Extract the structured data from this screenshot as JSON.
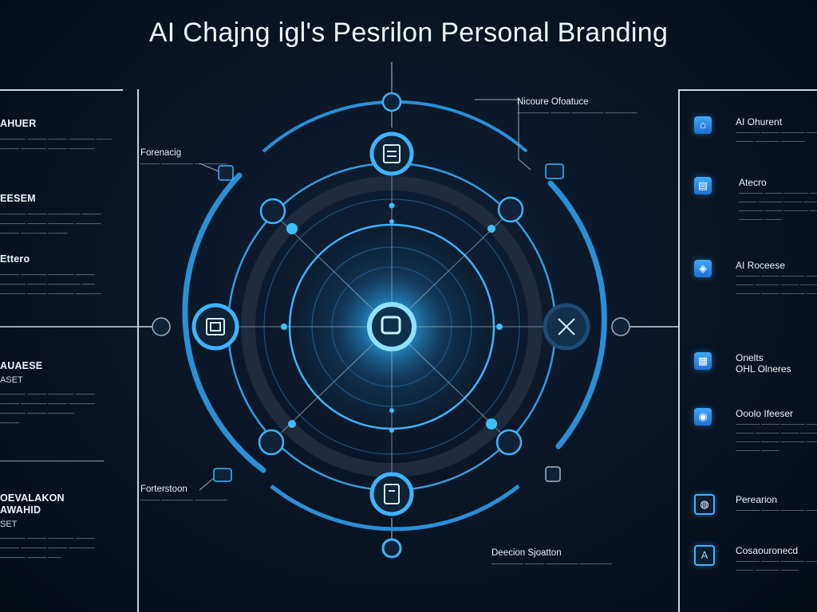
{
  "title": "AI Chajng igl's Pesrilon Personal Branding",
  "left_panel": {
    "sections": [
      {
        "heading": "AHUER",
        "lines": [
          "———— ——— ——— ———— ———",
          "——— ———— ——— ————"
        ]
      },
      {
        "heading": "EESEM",
        "lines": [
          "———— ——— ————— ———",
          "———— ——— ———— ————",
          "——— ———— ———"
        ]
      },
      {
        "heading": "Ettero",
        "lines": [
          "——— ———— ———— ———",
          "———— ——— ————— ——",
          "———— ——— ———— ————"
        ]
      },
      {
        "heading": "AUAESE",
        "subheading": "ASET",
        "lines": [
          "———— ——— ———— ———",
          "——— ———— ——— ————",
          "———— ——— ————",
          "———"
        ]
      },
      {
        "heading": "OEVALAKON\nAWAHID",
        "subheading": "SET",
        "lines": [
          "———— ——— ———— ———",
          "——— ———— ——— ————",
          "———— ——— ——"
        ]
      }
    ]
  },
  "right_panel": {
    "items": [
      {
        "icon": "⌂",
        "title": "AI Ohurent",
        "lines": [
          "———— ——— ———— ——",
          "——— ———— ————"
        ]
      },
      {
        "icon": "▤",
        "title": "Atecro",
        "lines": [
          "———— ——— ———— ——",
          "——— ———— ——— ———",
          "———— ——— ———— ——",
          "———— ———"
        ]
      },
      {
        "icon": "◈",
        "title": "AI Roceese",
        "lines": [
          "———— ——— ———— ——",
          "——— ———— ——— ———",
          "———— ——— ———— ——"
        ]
      },
      {
        "icon": "▦",
        "title": "Onelts\nOHL Olneres",
        "lines": []
      },
      {
        "icon": "◉",
        "title": "Ooolo Ifeeser",
        "lines": [
          "———— ——— ———— ——",
          "——— ———— ——— ———",
          "———— ——— ———— ——",
          "———— ———"
        ]
      },
      {
        "icon": "◍",
        "title": "Perearion",
        "lines": [
          "———— ——— ———— ——"
        ]
      },
      {
        "icon": "A",
        "title": "Cosaouronecd",
        "lines": [
          "———— ——— ———— ——",
          "——— ———— ———"
        ]
      }
    ]
  },
  "callouts": {
    "top_right": {
      "title": "Nicoure Ofoatuce",
      "subtitle": "————— ——— ————— —————"
    },
    "left_upper": {
      "title": "Forenacig",
      "subtitle": "——— ————— —————"
    },
    "left_lower": {
      "title": "Forterstoon",
      "subtitle": "——— ————— —————"
    },
    "bottom": {
      "title": "Deecion Sjoatton",
      "subtitle": "————— ——— ————— —————"
    }
  },
  "diagram": {
    "node_icons": {
      "center": "target-icon",
      "top": "document-icon",
      "left": "frame-icon",
      "right": "tools-icon",
      "bottom": "book-icon"
    },
    "colors": {
      "accent": "#3fb4ff",
      "glow": "#29a3e8",
      "ring": "#2b8fd6",
      "dark_ring": "#1d2b3d",
      "node_fill": "#0f2236"
    }
  }
}
